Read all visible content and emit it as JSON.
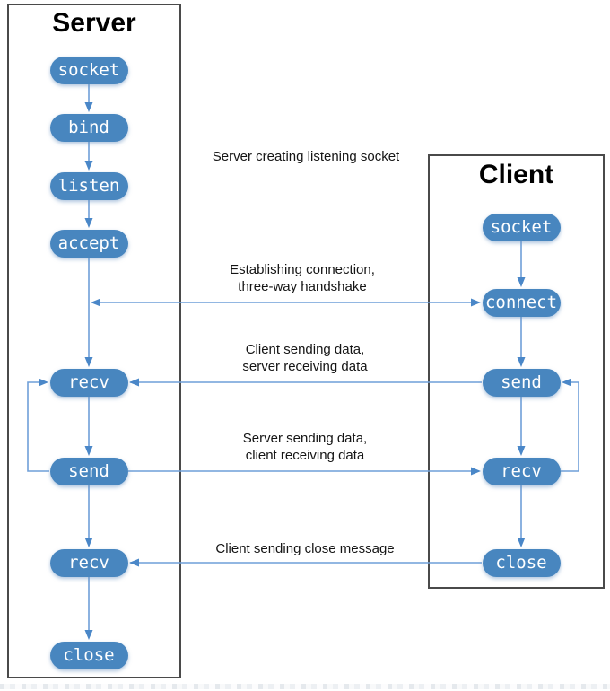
{
  "diagram": {
    "server": {
      "title": "Server",
      "nodes": [
        "socket",
        "bind",
        "listen",
        "accept",
        "recv",
        "send",
        "recv",
        "close"
      ]
    },
    "client": {
      "title": "Client",
      "nodes": [
        "socket",
        "connect",
        "send",
        "recv",
        "close"
      ]
    },
    "annotations": [
      {
        "lines": [
          "Server creating listening socket"
        ]
      },
      {
        "lines": [
          "Establishing connection,",
          "three-way handshake"
        ]
      },
      {
        "lines": [
          "Client sending data,",
          "server receiving data"
        ]
      },
      {
        "lines": [
          "Server sending data,",
          "client receiving data"
        ]
      },
      {
        "lines": [
          "Client sending close message"
        ]
      }
    ],
    "colors": {
      "node_fill": "#4886BF",
      "connector": "#6F9FD8",
      "arrowhead": "#4A87C8",
      "box_border": "#4A4A4A",
      "node_text": "#FFFFFF",
      "label_text": "#141414"
    }
  }
}
